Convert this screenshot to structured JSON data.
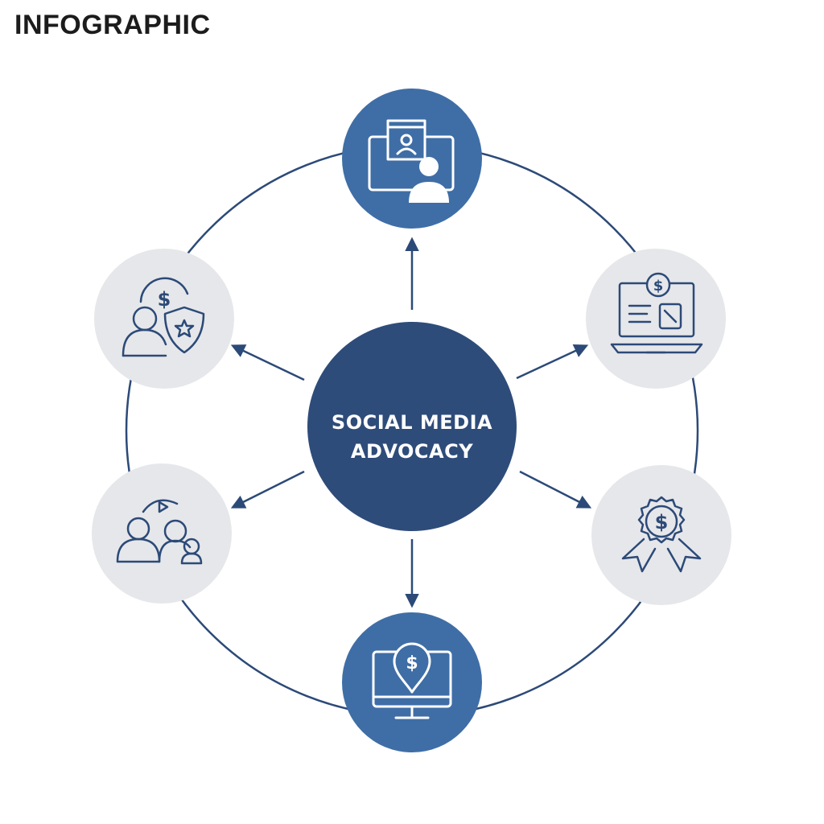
{
  "header": {
    "title": "INFOGRAPHIC"
  },
  "center": {
    "line1": "SOCIAL MEDIA",
    "line2": "ADVOCACY"
  },
  "colors": {
    "navy": "#2e4c7a",
    "blue": "#3f6ea6",
    "grey": "#e6e7ea",
    "stroke": "#2c4a78",
    "arrow": "#2c4a78"
  },
  "nodes": [
    {
      "position": "top",
      "icon": "employee-profile-screen-icon",
      "style": "blue"
    },
    {
      "position": "upper-right",
      "icon": "laptop-dollar-content-icon",
      "style": "grey"
    },
    {
      "position": "lower-right",
      "icon": "award-ribbon-dollar-icon",
      "style": "grey"
    },
    {
      "position": "bottom",
      "icon": "monitor-dollar-pin-icon",
      "style": "blue"
    },
    {
      "position": "lower-left",
      "icon": "people-share-icon",
      "style": "grey"
    },
    {
      "position": "upper-left",
      "icon": "person-dollar-shield-icon",
      "style": "grey"
    }
  ]
}
